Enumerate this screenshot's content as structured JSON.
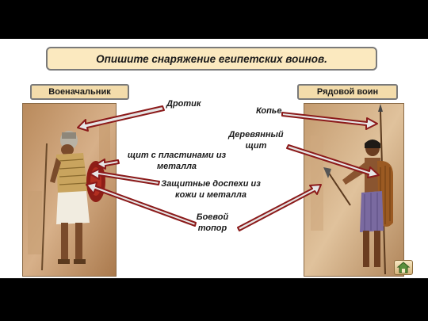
{
  "banner": {
    "title": "Опишите снаряжение египетских воинов."
  },
  "roles": {
    "commander": "Военачальник",
    "soldier": "Рядовой воин"
  },
  "labels": {
    "dart": "Дротик",
    "shield_metal_line1": "щит с пластинами из",
    "shield_metal_line2": "металла",
    "armor_line1": "Защитные доспехи из",
    "armor_line2": "кожи и металла",
    "axe_line1": "Боевой",
    "axe_line2": "топор",
    "spear": "Копье",
    "wood_shield_line1": "Деревянный",
    "wood_shield_line2": "щит"
  },
  "colors": {
    "banner_bg": "#fbe9bf",
    "role_bg": "#f3dcab",
    "arrow_fill": "#e6e6e6",
    "arrow_edge": "#8b1a1a"
  },
  "icons": {
    "home": "home-icon"
  }
}
